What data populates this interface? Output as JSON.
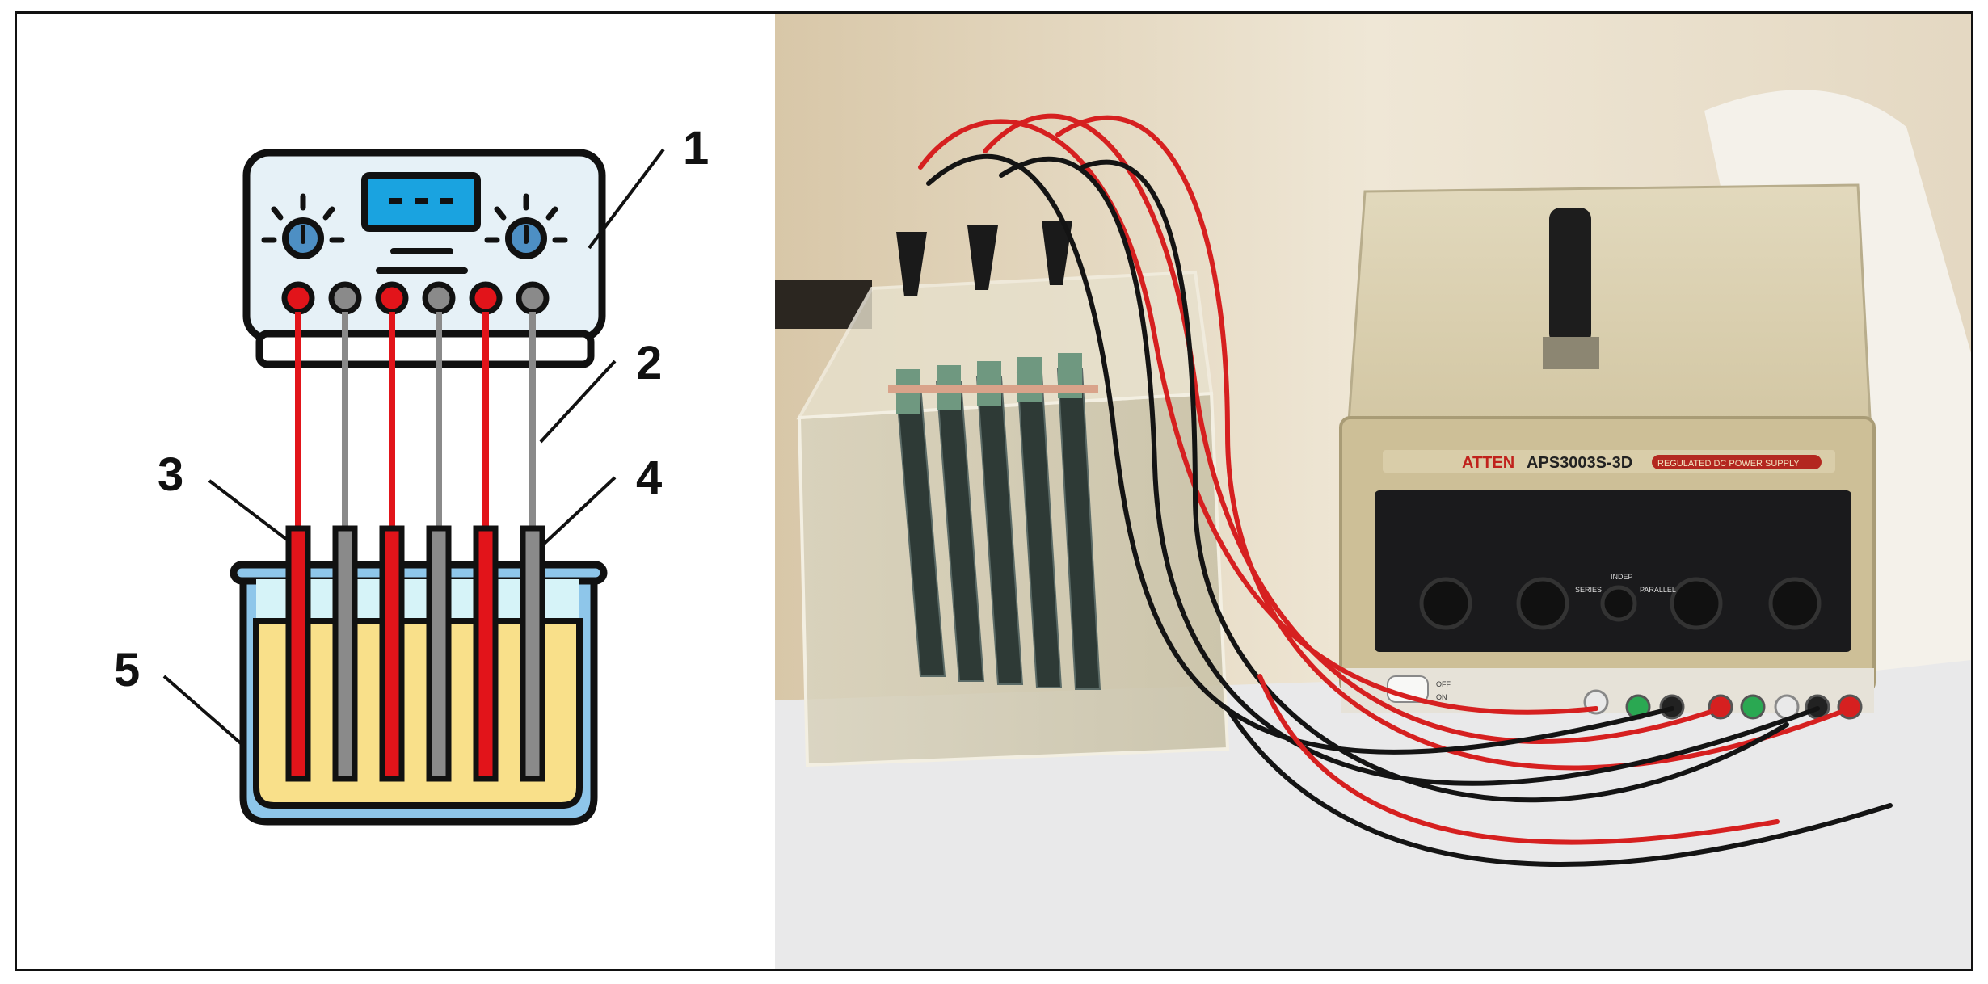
{
  "schematic": {
    "callouts": [
      {
        "id": "power-supply",
        "label": "1"
      },
      {
        "id": "cathode-wire",
        "label": "2"
      },
      {
        "id": "anode",
        "label": "3"
      },
      {
        "id": "cathode",
        "label": "4"
      },
      {
        "id": "electrolytic-cell",
        "label": "5"
      }
    ],
    "colors": {
      "anode_red": "#e2141a",
      "cathode_gray": "#8a8a8a",
      "display_blue": "#1aa3e0",
      "knob_blue": "#4d8fc4",
      "electrolyte_yellow": "#f9e08a",
      "cell_blue": "#8ec6ea",
      "cell_light": "#d6f3f8",
      "outline": "#111111"
    }
  },
  "photo": {
    "brand": "ATTEN",
    "model": "APS3003S-3D",
    "subtitle": "REGULATED DC POWER SUPPLY",
    "mode_labels": [
      "SERIES",
      "INDEP",
      "PARALLEL"
    ],
    "power_off": "OFF",
    "power_on": "ON"
  }
}
